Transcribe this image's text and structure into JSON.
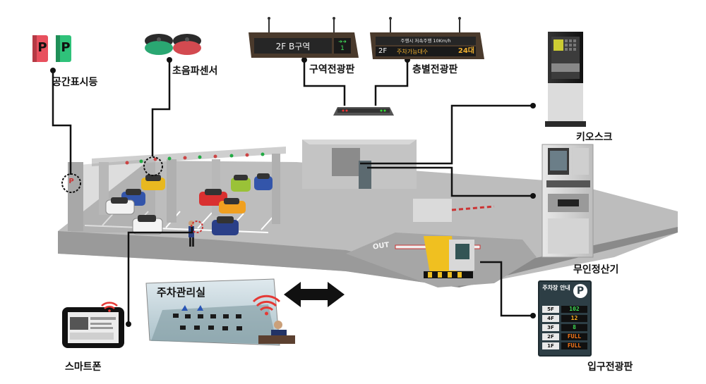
{
  "labels": {
    "space_indicator": "공간표시등",
    "ultrasonic_sensor": "초음파센서",
    "zone_board": "구역전광판",
    "floor_board": "층별전광판",
    "kiosk": "키오스크",
    "payment_machine": "무인정산기",
    "entrance_board": "입구전광판",
    "smartphone": "스마트폰",
    "control_room": "주차관리실"
  },
  "indicator_letters": [
    "P",
    "P"
  ],
  "zone_board_display": {
    "text": "2F B구역",
    "arrow_glyph": "➜➜",
    "number": "1"
  },
  "floor_board_display": {
    "top_text": "주행시 저속주행 10Km/h",
    "floor": "2F",
    "message": "주차가능대수",
    "count": "24대"
  },
  "entrance_board": {
    "title": "주차장 안내",
    "p_symbol": "P",
    "rows": [
      {
        "floor": "5F",
        "value": "102",
        "color": "#3ddc55"
      },
      {
        "floor": "4F",
        "value": "12",
        "color": "#ffb020"
      },
      {
        "floor": "3F",
        "value": "8",
        "color": "#3ddc55"
      },
      {
        "floor": "2F",
        "value": "FULL",
        "color": "#ff7a1a"
      },
      {
        "floor": "1F",
        "value": "FULL",
        "color": "#ff7a1a"
      }
    ]
  },
  "floor_markings": {
    "out": "OUT"
  },
  "colors": {
    "indicator_red": "#e8505e",
    "indicator_green": "#2fc27a",
    "sensor_green": "#2aa772",
    "sensor_red": "#d34a50",
    "board_body": "#4a3a2c",
    "connector_line": "#111111"
  }
}
